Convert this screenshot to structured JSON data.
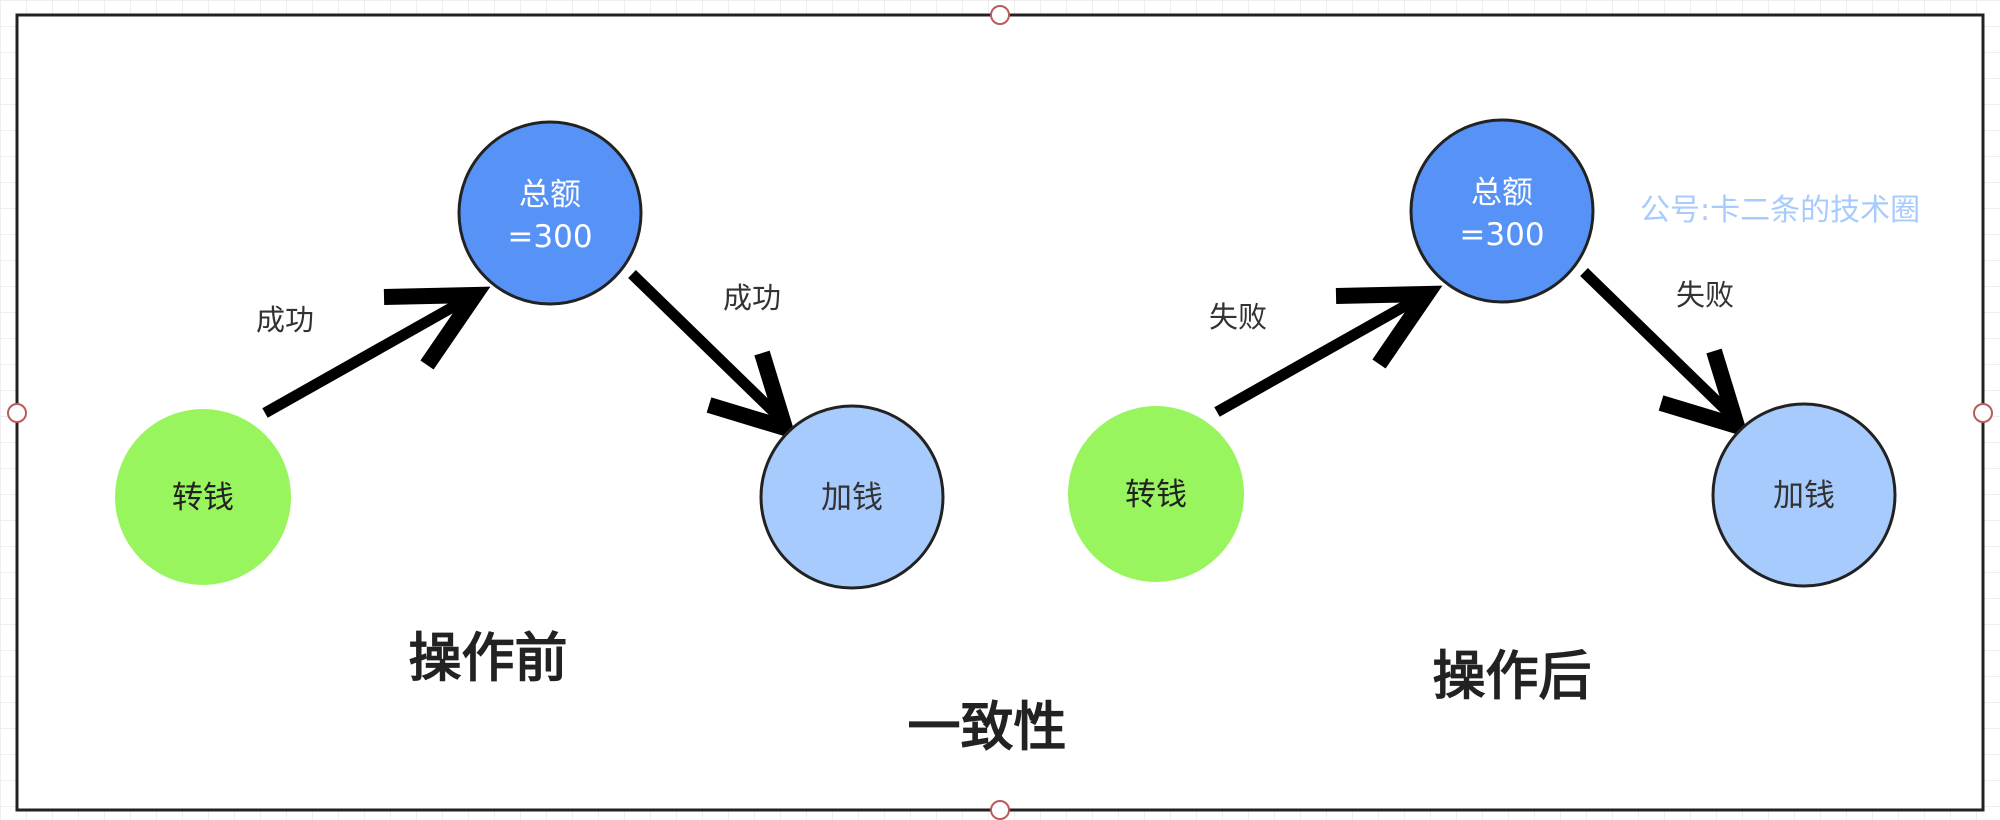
{
  "colors": {
    "start_node": "#98f55e",
    "total_node": "#5792f7",
    "end_node": "#a8cbfd",
    "stroke": "#222222",
    "watermark": "#a8cbfd",
    "handle": "#b85c5c"
  },
  "before": {
    "caption": "操作前",
    "start_label": "转钱",
    "total_line1": "总额",
    "total_line2": "=300",
    "end_label": "加钱",
    "edge1_label": "成功",
    "edge2_label": "成功"
  },
  "after": {
    "caption": "操作后",
    "start_label": "转钱",
    "total_line1": "总额",
    "total_line2": "=300",
    "end_label": "加钱",
    "edge1_label": "失败",
    "edge2_label": "失败"
  },
  "center_caption": "一致性",
  "watermark": "公号:卡二条的技术圈"
}
